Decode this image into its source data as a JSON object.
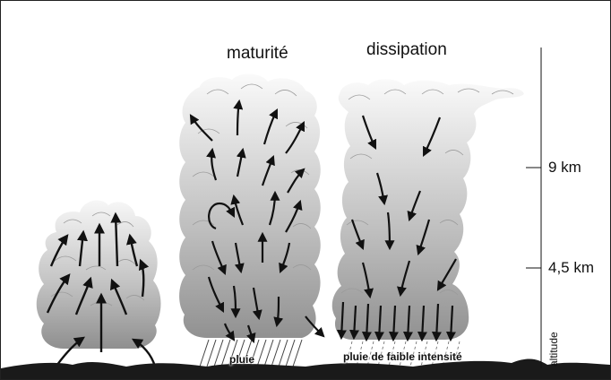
{
  "stages": [
    {
      "id": "developpement",
      "label": ""
    },
    {
      "id": "maturite",
      "label": "maturité"
    },
    {
      "id": "dissipation",
      "label": "dissipation"
    }
  ],
  "altitude_axis": {
    "title": "altitude",
    "ticks": [
      {
        "label": "9 km",
        "value_km": 9
      },
      {
        "label": "4,5 km",
        "value_km": 4.5
      }
    ]
  },
  "precipitation": {
    "maturite": "pluie",
    "dissipation": "pluie de faible intensité"
  },
  "colors": {
    "cloud_top": "#f4f4f4",
    "cloud_bottom": "#9a9a9a",
    "ground": "#1a1a1a",
    "arrows": "#111111"
  }
}
